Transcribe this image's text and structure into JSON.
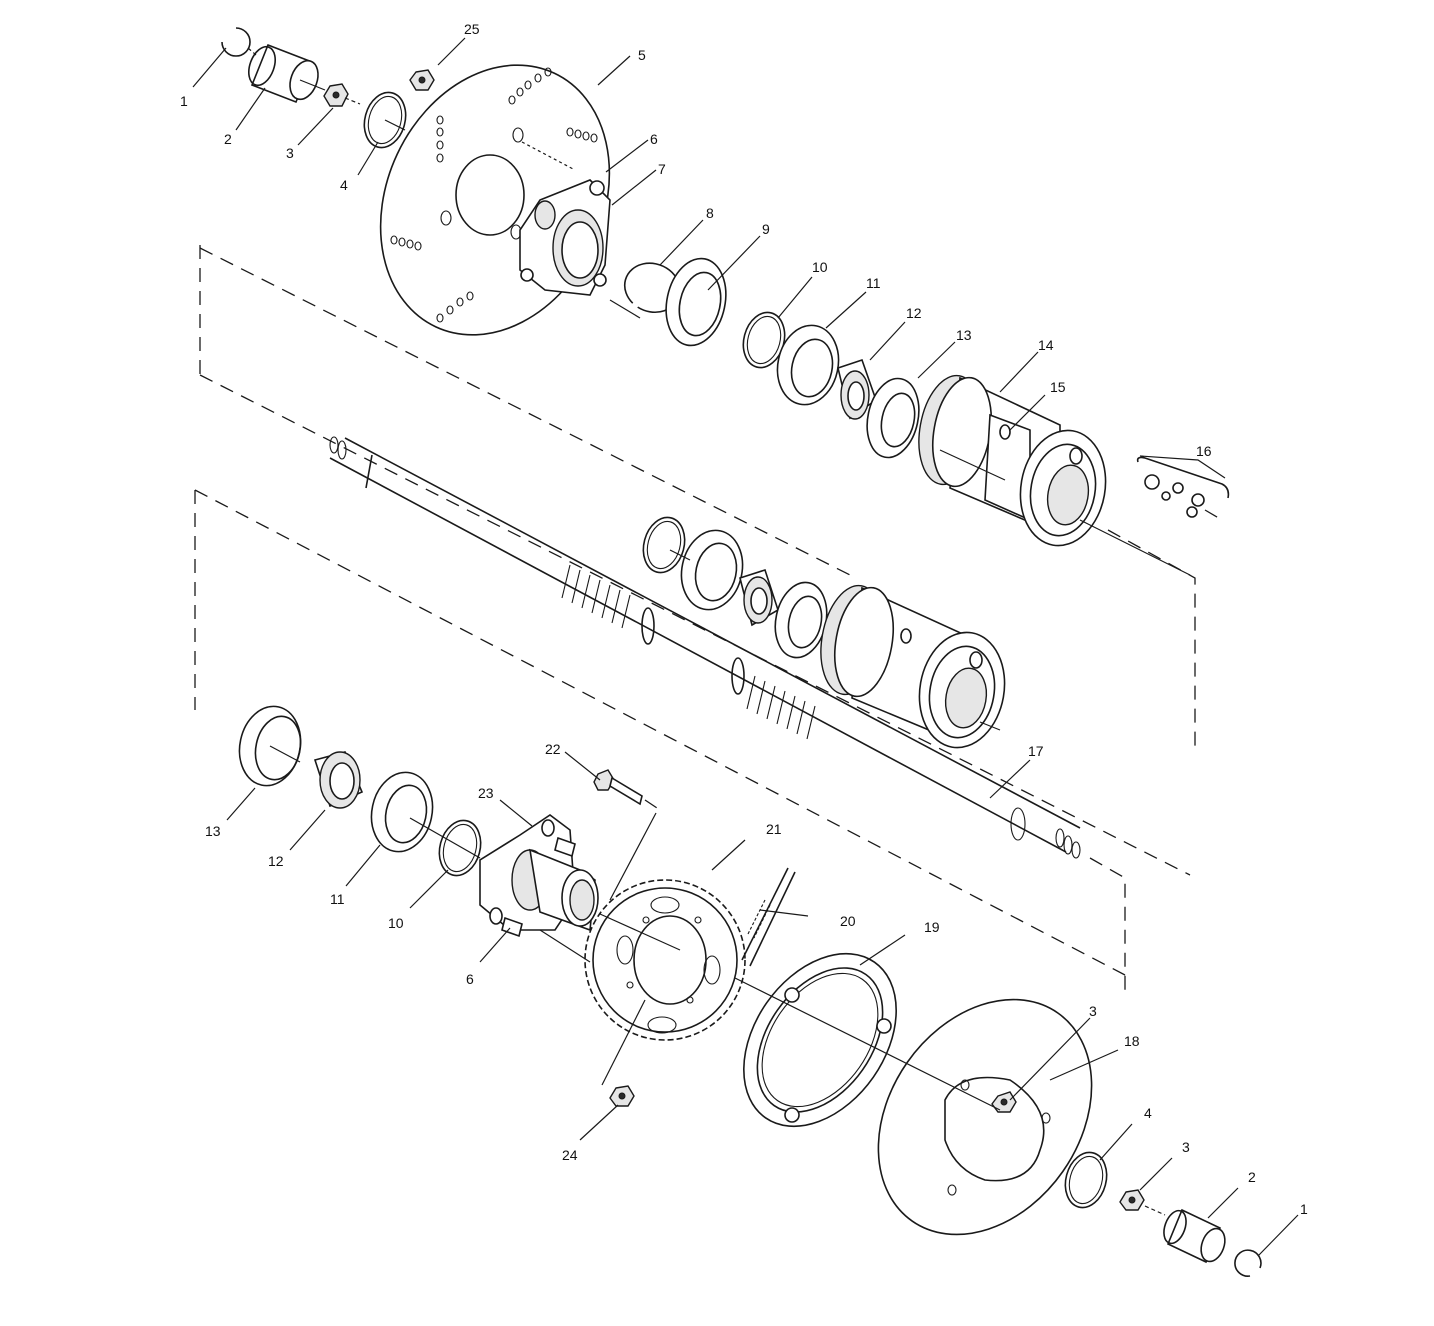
{
  "labels": {
    "l1a": "1",
    "l2a": "2",
    "l3a": "3",
    "l4a": "4",
    "l5": "5",
    "l6a": "6",
    "l7": "7",
    "l8": "8",
    "l9": "9",
    "l10a": "10",
    "l11a": "11",
    "l12a": "12",
    "l13a": "13",
    "l14": "14",
    "l15": "15",
    "l16": "16",
    "l17": "17",
    "l13b": "13",
    "l12b": "12",
    "l11b": "11",
    "l10b": "10",
    "l22": "22",
    "l23": "23",
    "l6b": "6",
    "l21": "21",
    "l20": "20",
    "l19": "19",
    "l24": "24",
    "l3b": "3",
    "l18": "18",
    "l4b": "4",
    "l3c": "3",
    "l2b": "2",
    "l1b": "1"
  },
  "colors": {
    "line": "#1a1a1a",
    "background": "#ffffff"
  }
}
